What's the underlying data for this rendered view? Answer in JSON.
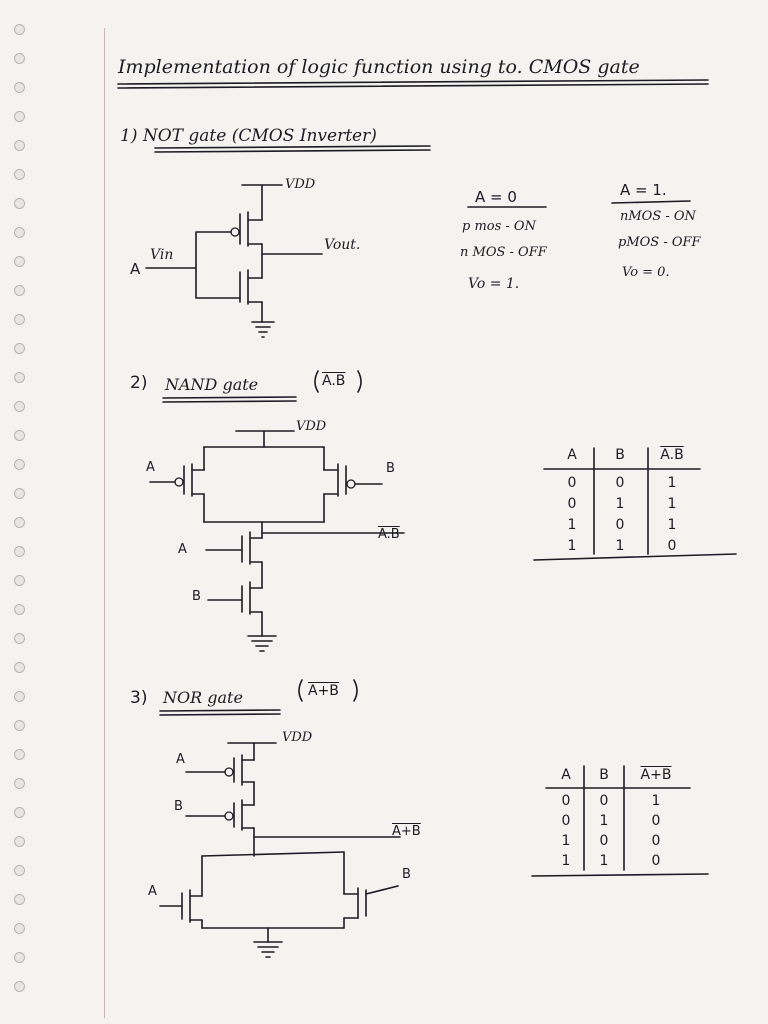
{
  "title": "Implementation of logic function using to. CMOS gate",
  "not_section": {
    "heading": "1) NOT gate (CMOS Inverter)",
    "labels": {
      "vdd": "VDD",
      "vin": "Vin",
      "input": "A",
      "vout": "Vout."
    },
    "case_a0": {
      "head": "A = 0",
      "l1": "p mos - ON",
      "l2": "n MOS - OFF",
      "l3": "Vo = 1."
    },
    "case_a1": {
      "head": "A = 1.",
      "l1": "nMOS - ON",
      "l2": "pMOS - OFF",
      "l3": "Vo = 0."
    }
  },
  "nand_section": {
    "heading_num": "2)",
    "heading_text": "NAND gate",
    "heading_expr": "A.B",
    "labels": {
      "vdd": "VDD",
      "a_top": "A",
      "b_top": "B",
      "a_bottom": "A",
      "b_bottom": "B",
      "output": "A.B"
    },
    "truth_table": {
      "headers": [
        "A",
        "B",
        "A.B"
      ],
      "rows": [
        [
          "0",
          "0",
          "1"
        ],
        [
          "0",
          "1",
          "1"
        ],
        [
          "1",
          "0",
          "1"
        ],
        [
          "1",
          "1",
          "0"
        ]
      ]
    }
  },
  "nor_section": {
    "heading_num": "3)",
    "heading_text": "NOR gate",
    "heading_expr": "A+B",
    "labels": {
      "vdd": "VDD",
      "a_top": "A",
      "b_top": "B",
      "a_bottom": "A",
      "b_bottom": "B",
      "output": "A+B"
    },
    "truth_table": {
      "headers": [
        "A",
        "B",
        "A+B"
      ],
      "rows": [
        [
          "0",
          "0",
          "1"
        ],
        [
          "0",
          "1",
          "0"
        ],
        [
          "1",
          "0",
          "0"
        ],
        [
          "1",
          "1",
          "0"
        ]
      ]
    }
  }
}
